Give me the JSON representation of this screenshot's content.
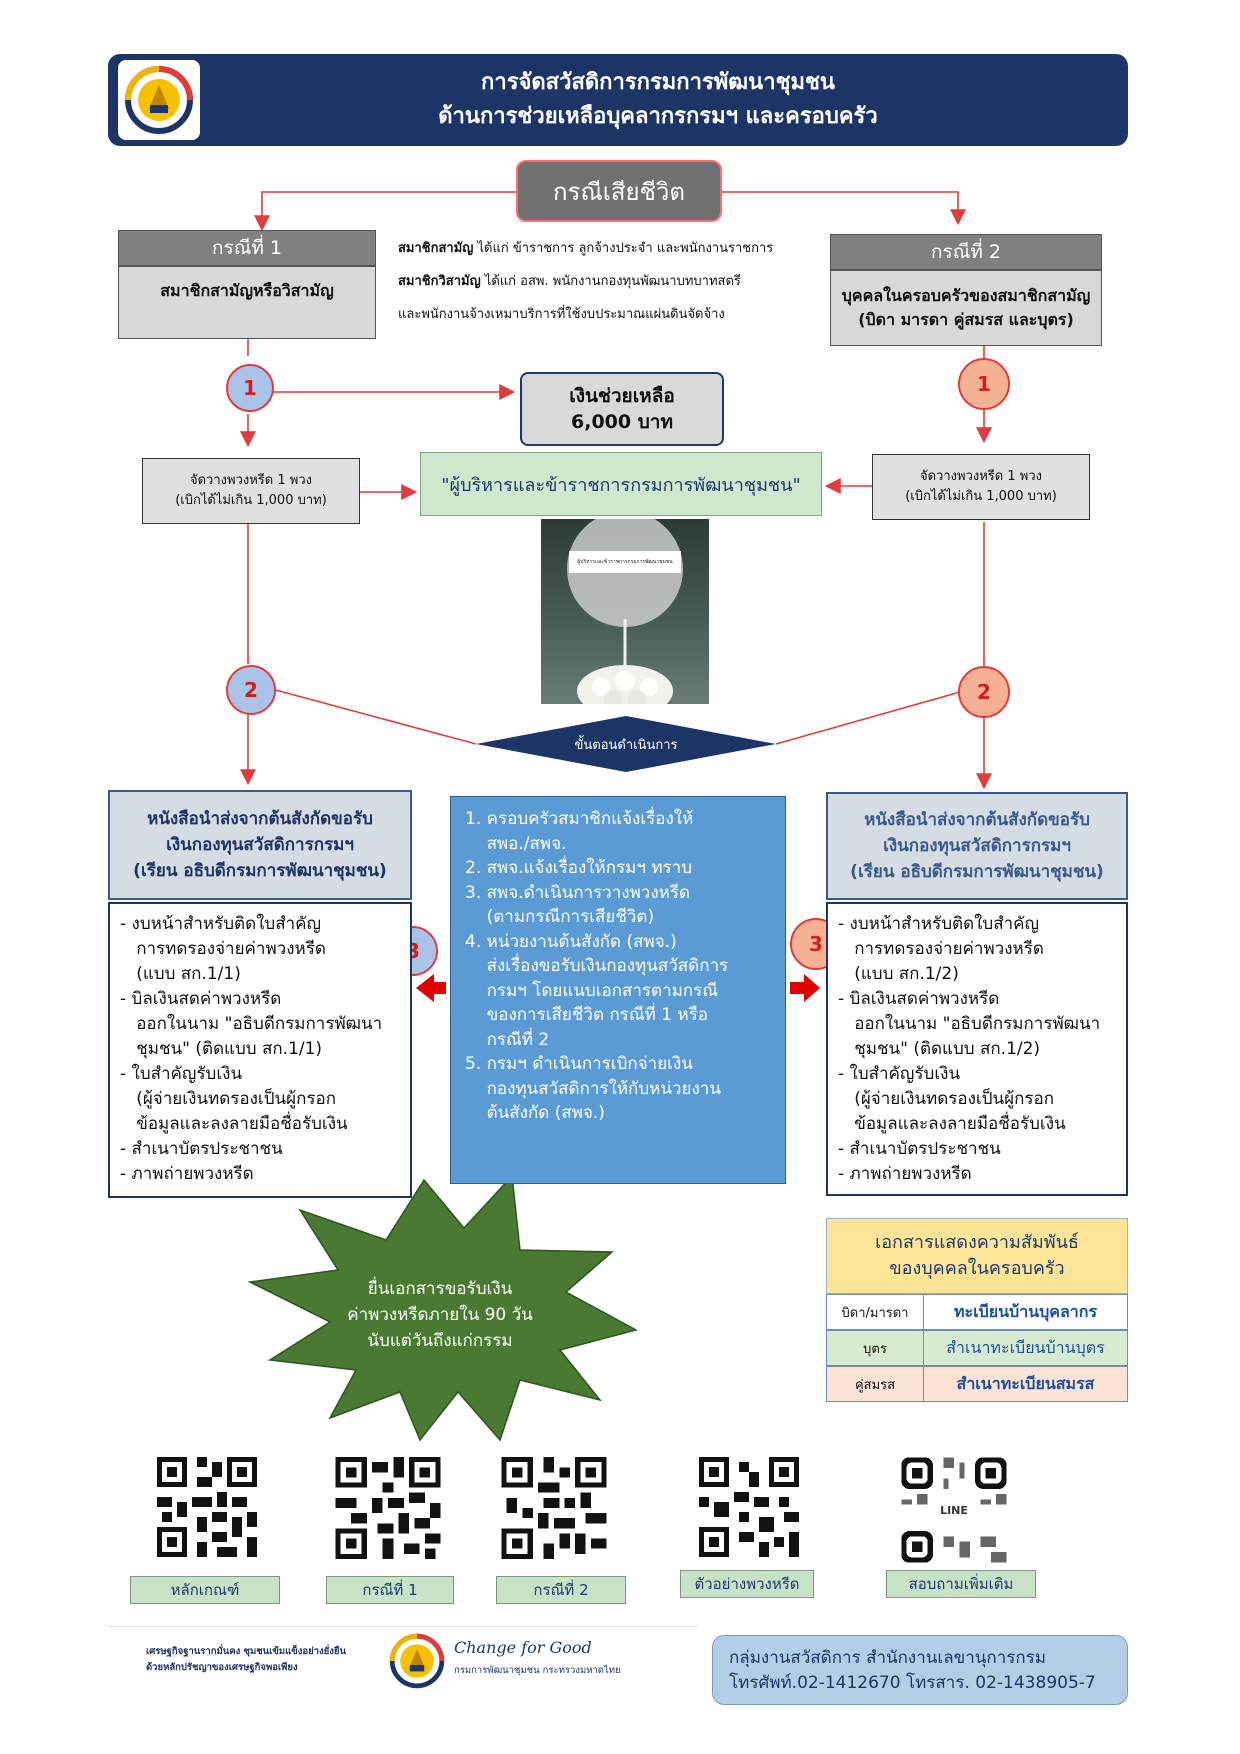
{
  "header": {
    "title_line1": "การจัดสวัสดิการกรมการพัฒนาชุมชน",
    "title_line2": "ด้านการช่วยเหลือบุคลากรกรมฯ และครอบครัว",
    "logo_icon": "cdd-logo-icon"
  },
  "death_case": "กรณีเสียชีวิต",
  "case1": {
    "head": "กรณีที่ 1",
    "body": "สมาชิกสามัญหรือวิสามัญ"
  },
  "case2": {
    "head": "กรณีที่ 2",
    "body_line1": "บุคคลในครอบครัวของสมาชิกสามัญ",
    "body_line2": "(บิดา มารดา คู่สมรส และบุตร)"
  },
  "definitions": {
    "regular_label": "สมาชิกสามัญ",
    "regular_text": " ได้แก่ ข้าราชการ ลูกจ้างประจำ และพนักงานราชการ",
    "special_label": "สมาชิกวิสามัญ",
    "special_text": " ได้แก่ อสพ. พนักงานกองทุนพัฒนาบทบาทสตรี",
    "special_text2": "และพนักงานจ้างเหมาบริการที่ใช้งบประมาณแผ่นดินจัดจ้าง"
  },
  "steps_numbers": {
    "one": "1",
    "two": "2",
    "three": "3"
  },
  "aid": {
    "line1": "เงินช่วยเหลือ",
    "line2": "6,000 บาท"
  },
  "wreath": {
    "line1": "จัดวางพวงหรีด 1 พวง",
    "line2": "(เบิกได้ไม่เกิน 1,000 บาท)"
  },
  "executives": "\"ผู้บริหารและข้าราชการกรมการพัฒนาชุมชน\"",
  "photo_caption": "ผู้บริหารและข้าราชการกรมการพัฒนาชุมชน",
  "procedure_label": "ขั้นตอนดำเนินการ",
  "doc_head": {
    "line1": "หนังสือนำส่งจากต้นสังกัดขอรับ",
    "line2": "เงินกองทุนสวัสดิการกรมฯ",
    "line3": "(เรียน อธิบดีกรมการพัฒนาชุมชน)"
  },
  "left_docs": [
    "- งบหน้าสำหรับติดใบสำคัญ",
    "   การทดรองจ่ายค่าพวงหรีด",
    "   (แบบ สก.1/1)",
    "- บิลเงินสดค่าพวงหรีด",
    "   ออกในนาม \"อธิบดีกรมการพัฒนา",
    "   ชุมชน\" (ติดแบบ สก.1/1)",
    "- ใบสำคัญรับเงิน",
    "   (ผู้จ่ายเงินทดรองเป็นผู้กรอก",
    "   ข้อมูลและลงลายมือชื่อรับเงิน",
    "- สำเนาบัตรประชาชน",
    "- ภาพถ่ายพวงหรีด"
  ],
  "right_docs": [
    "- งบหน้าสำหรับติดใบสำคัญ",
    "   การทดรองจ่ายค่าพวงหรีด",
    "   (แบบ สก.1/2)",
    "- บิลเงินสดค่าพวงหรีด",
    "   ออกในนาม \"อธิบดีกรมการพัฒนา",
    "   ชุมชน\" (ติดแบบ สก.1/2)",
    "- ใบสำคัญรับเงิน",
    "   (ผู้จ่ายเงินทดรองเป็นผู้กรอก",
    "   ข้อมูลและลงลายมือชื่อรับเงิน",
    "- สำเนาบัตรประชาชน",
    "- ภาพถ่ายพวงหรีด"
  ],
  "steps": [
    "1. ครอบครัวสมาชิกแจ้งเรื่องให้",
    "    สพอ./สพจ.",
    "2. สพจ.แจ้งเรื่องให้กรมฯ ทราบ",
    "3. สพจ.ดำเนินการวางพวงหรีด",
    "    (ตามกรณีการเสียชีวิต)",
    "4. หน่วยงานต้นสังกัด (สพจ.)",
    "    ส่งเรื่องขอรับเงินกองทุนสวัสดิการ",
    "    กรมฯ โดยแนบเอกสารตามกรณี",
    "    ของการเสียชีวิต กรณีที่ 1 หรือ",
    "    กรณีที่ 2",
    "5. กรมฯ ดำเนินการเบิกจ่ายเงิน",
    "    กองทุนสวัสดิการให้กับหน่วยงาน",
    "    ต้นสังกัด (สพจ.)"
  ],
  "deadline": {
    "line1": "ยื่นเอกสารขอรับเงิน",
    "line2": "ค่าพวงหรีดภายใน 90 วัน",
    "line3": "นับแต่วันถึงแก่กรรม"
  },
  "relationship": {
    "head1": "เอกสารแสดงความสัมพันธ์",
    "head2": "ของบุคคลในครอบครัว",
    "rows": [
      {
        "k": "บิดา/มารดา",
        "v": "ทะเบียนบ้านบุคลากร"
      },
      {
        "k": "บุตร",
        "v": "สำเนาทะเบียนบ้านบุตร"
      },
      {
        "k": "คู่สมรส",
        "v": "สำเนาทะเบียนสมรส"
      }
    ]
  },
  "qr_labels": [
    "หลักเกณฑ์",
    "กรณีที่ 1",
    "กรณีที่ 2",
    "ตัวอย่างพวงหรีด",
    "สอบถามเพิ่มเติม"
  ],
  "qr_center_text": "LINE",
  "footer": {
    "slogan1": "เศรษฐกิจฐานรากมั่นคง ชุมชนเข้มแข็งอย่างยั่งยืน",
    "slogan2": "ด้วยหลักปรัชญาของเศรษฐกิจพอเพียง",
    "change": "Change for Good",
    "dept": "กรมการพัฒนาชุมชน กระทรวงมหาดไทย"
  },
  "contact": {
    "line1": "กลุ่มงานสวัสดิการ สำนักงานเลขานุการกรม",
    "line2": "โทรศัพท์.02-1412670  โทรสาร. 02-1438905-7"
  },
  "colors": {
    "navy": "#1d3566",
    "red_arrow": "#e23b3b",
    "steps_blue": "#5b9bd5",
    "burst_green": "#4a7a32"
  }
}
